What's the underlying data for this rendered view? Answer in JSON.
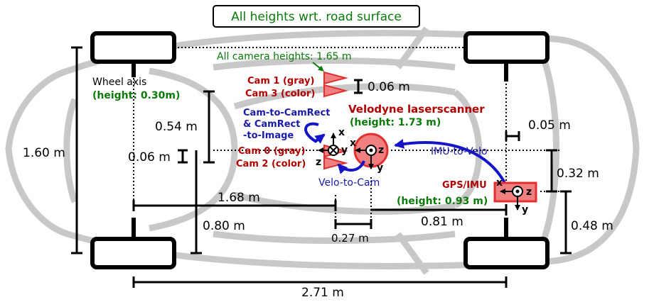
{
  "title": "All heights wrt. road surface",
  "labels": {
    "all_camera_heights": "All camera heights: 1.65 m",
    "wheel_axis_1": "Wheel axis",
    "wheel_axis_2": "(height: 0.30m)",
    "cam13_1": "Cam 1 (gray)",
    "cam13_2": "Cam 3 (color)",
    "cam02_1": "Cam 0 (gray)",
    "cam02_2": "Cam 2 (color)",
    "velodyne_1": "Velodyne laserscanner",
    "velodyne_2": "(height: 1.73 m)",
    "cam_to_camrect_1": "Cam-to-CamRect",
    "cam_to_camrect_2": "& CamRect",
    "cam_to_camrect_3": "-to-Image",
    "velo_to_cam": "Velo-to-Cam",
    "imu_to_velo": "IMU-to-Velo",
    "gps_imu_1": "GPS/IMU",
    "gps_imu_2": "(height: 0.93 m)"
  },
  "dimensions": {
    "d_0_06_cam13": "0.06 m",
    "d_0_54": "0.54 m",
    "d_0_06_left": "0.06 m",
    "d_1_60": "1.60 m",
    "d_1_68": "1.68 m",
    "d_0_80": "0.80 m",
    "d_0_27": "0.27 m",
    "d_0_81": "0.81 m",
    "d_0_05": "0.05 m",
    "d_0_32": "0.32 m",
    "d_0_48": "0.48 m",
    "d_2_71": "2.71 m"
  },
  "axes": {
    "x": "x",
    "y": "y",
    "z": "z"
  },
  "colors": {
    "car_outline": "#c8c8c8",
    "sensor_fill": "#f08080",
    "sensor_red": "#e03030",
    "label_red": "#b00000",
    "label_green": "#0a7a0a",
    "label_blue": "#1a1aa8",
    "arrow_blue": "#1414c8"
  }
}
